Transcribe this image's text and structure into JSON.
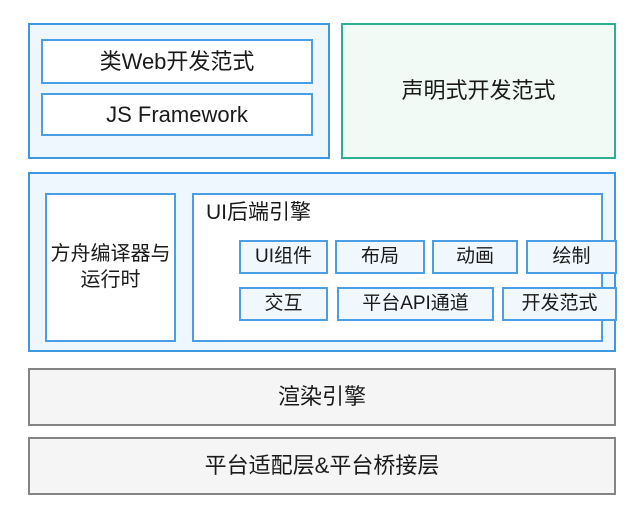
{
  "diagram": {
    "title": "HarmonyOS UI framework architecture layers",
    "layers": [
      {
        "id": "dev-paradigm",
        "blue_panel": {
          "items": [
            {
              "label": "类Web开发范式"
            },
            {
              "label": "JS Framework"
            }
          ]
        },
        "green_panel": {
          "label": "声明式开发范式"
        }
      },
      {
        "id": "engine",
        "ark": {
          "label": "方舟编译器与运行时"
        },
        "ui_engine": {
          "title": "UI后端引擎",
          "row1": [
            {
              "label": "UI组件"
            },
            {
              "label": "布局"
            },
            {
              "label": "动画"
            },
            {
              "label": "绘制"
            }
          ],
          "row2": [
            {
              "label": "交互"
            },
            {
              "label": "平台API通道"
            },
            {
              "label": "开发范式"
            }
          ]
        }
      },
      {
        "id": "render",
        "label": "渲染引擎"
      },
      {
        "id": "platform",
        "label": "平台适配层&平台桥接层"
      }
    ]
  },
  "colors": {
    "blue_border": "#3d97e3",
    "blue_inner_border": "#4a9ee6",
    "blue_panel_fill": "#eef7fd",
    "green_border": "#2fae92",
    "green_panel_fill": "#f1faf4",
    "chip_fill": "#f0f7fd",
    "gray_border": "#848484",
    "gray_fill": "#f5f5f5",
    "text": "#1a1a1a",
    "page_background": "#ffffff"
  }
}
